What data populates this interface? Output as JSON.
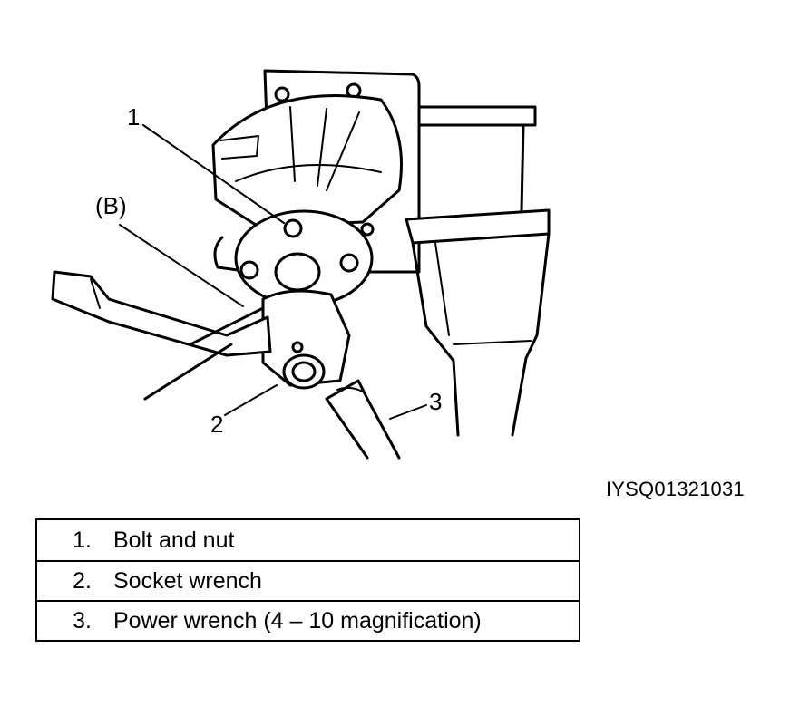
{
  "figure_id": "IYSQ01321031",
  "callouts": {
    "c1": "1",
    "cB": "(B)",
    "c2": "2",
    "c3": "3"
  },
  "legend": [
    {
      "num": "1.",
      "text": "Bolt and nut"
    },
    {
      "num": "2.",
      "text": "Socket wrench"
    },
    {
      "num": "3.",
      "text": "Power wrench (4 – 10 magnification)"
    }
  ]
}
